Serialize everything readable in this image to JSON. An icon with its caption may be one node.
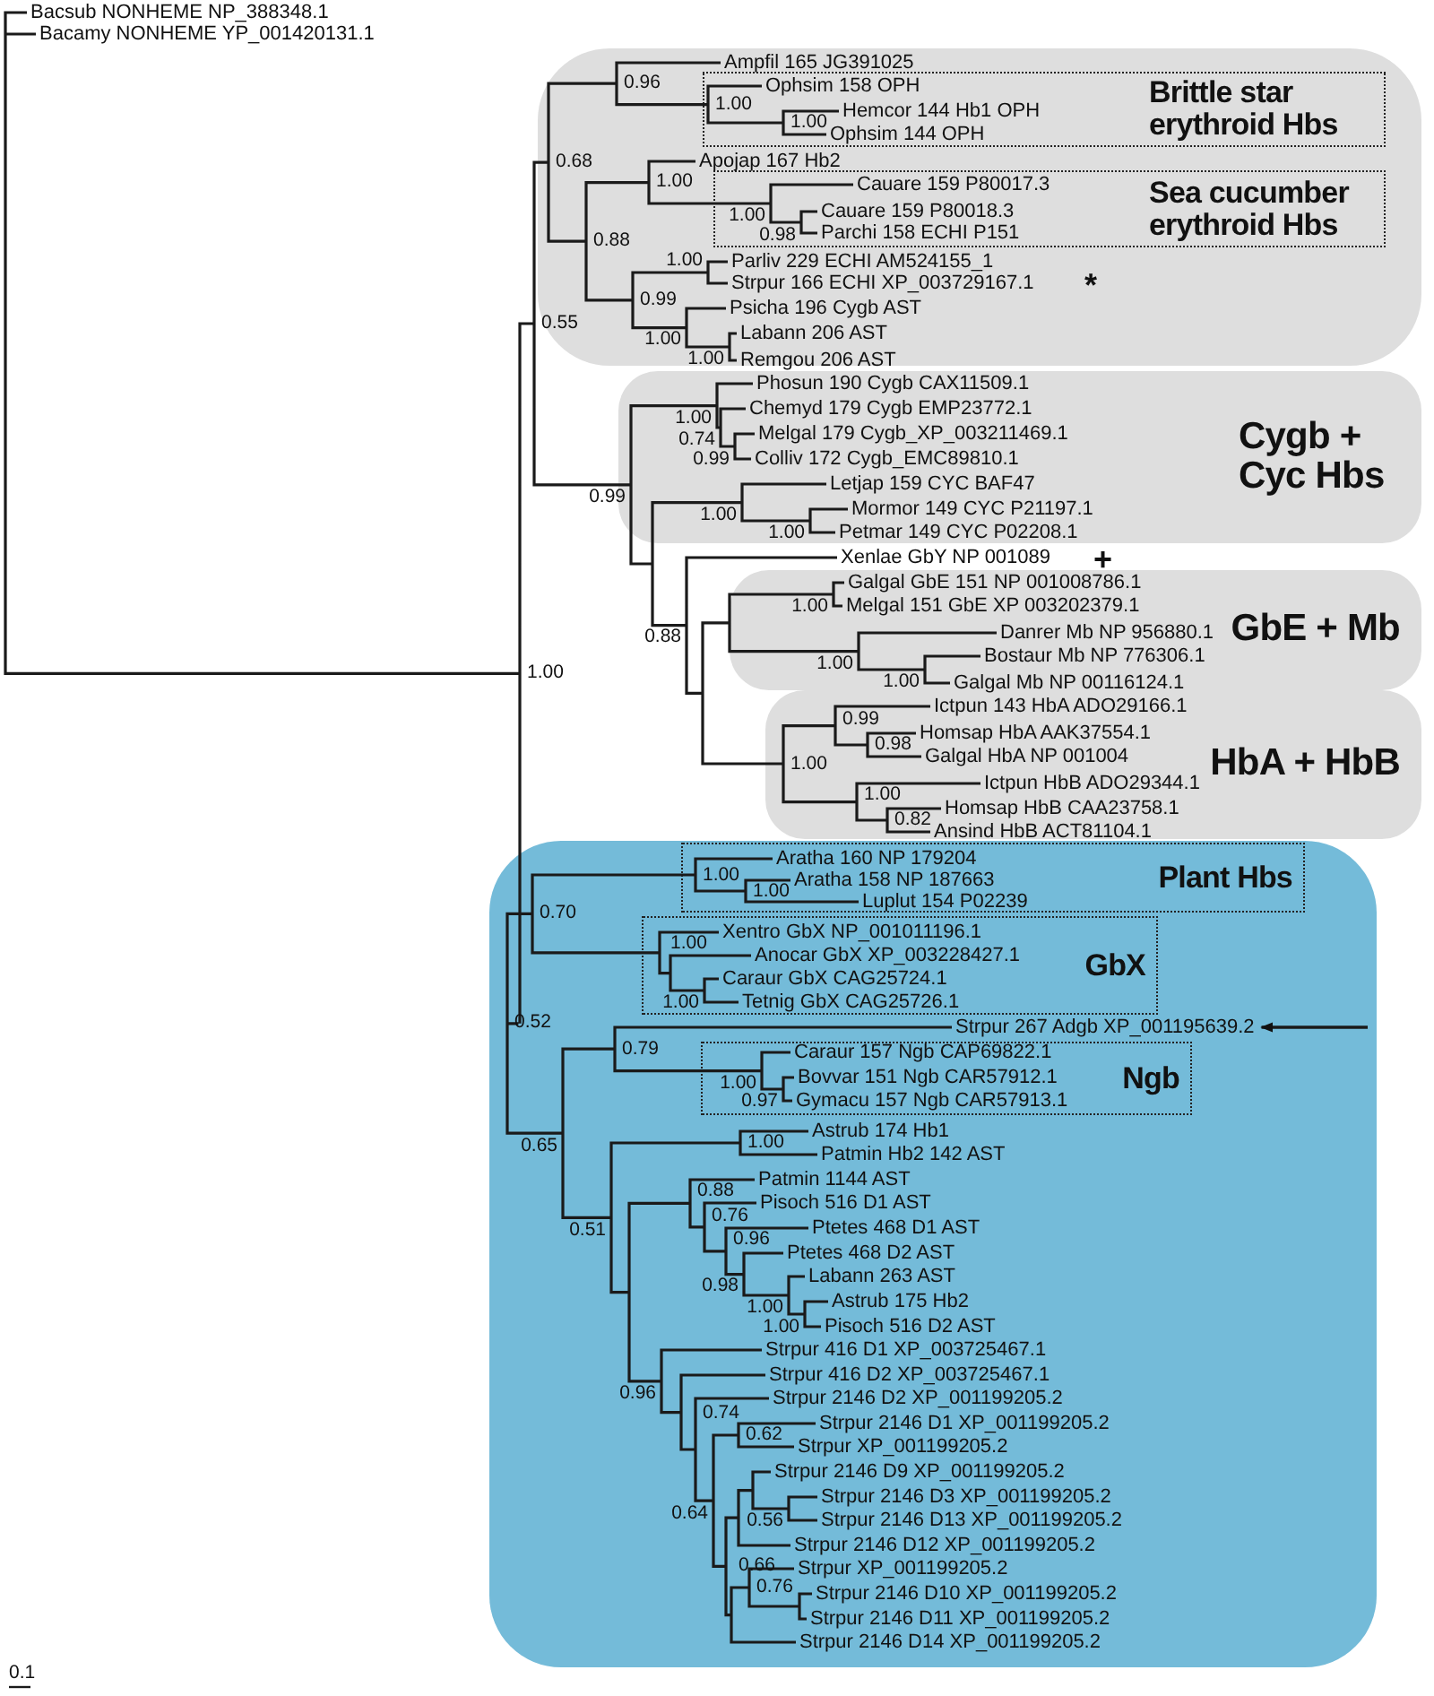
{
  "diagram": {
    "nodes": [
      {
        "text": [],
        "shape": "box"
      },
      {
        "text": [
          "Brittle star erythroid Hbs"
        ],
        "in": 0
      },
      {
        "text": [
          "Sea cucumber erythroid Hbs"
        ],
        "in": 0
      },
      {
        "text": [
          "Cygb + Cyc Hbs"
        ]
      },
      {
        "text": [
          "GbE + Mb"
        ]
      },
      {
        "text": [
          "HbA + HbB"
        ]
      },
      {
        "text": [],
        "shape": "box"
      },
      {
        "text": [
          "Plant Hbs"
        ],
        "in": 6
      },
      {
        "text": [
          "GbX"
        ],
        "in": 6
      },
      {
        "text": [
          "Strpur 267 Adgb XP_001195639.2"
        ],
        "in": 6
      },
      {
        "text": [
          "Ngb"
        ],
        "in": 6
      }
    ],
    "edges": [
      {
        "from": null,
        "to": 9,
        "arrow": "to"
      }
    ],
    "labels": [
      "Bacsub NONHEME NP_388348.1",
      "Bacamy NONHEME YP_001420131.1",
      "1.00",
      "0.55",
      "0.68",
      "0.96",
      "Ampfil 165 JG391025",
      "1.00",
      "Ophsim 158 OPH",
      "1.00",
      "Hemcor 144 Hb1 OPH",
      "Ophsim 144 OPH",
      "0.88",
      "1.00",
      "Apojap 167 Hb2",
      "1.00",
      "Cauare 159 P80017.3",
      "0.98",
      "Cauare 159 P80018.3",
      "Parchi 158 ECHI P151",
      "0.99",
      "1.00",
      "Parliv 229 ECHI AM524155_1",
      "Strpur 166 ECHI XP_003729167.1",
      "*",
      "1.00",
      "Psicha 196 Cygb AST",
      "1.00",
      "Labann 206 AST",
      "Remgou 206 AST",
      "0.99",
      "1.00",
      "Phosun 190 Cygb CAX11509.1",
      "0.74",
      "Chemyd 179 Cygb EMP23772.1",
      "0.99",
      "Melgal 179 Cygb_XP_003211469.1",
      "Colliv 172 Cygb_EMC89810.1",
      "1.00",
      "Letjap 159 CYC BAF47",
      "1.00",
      "Mormor 149 CYC P21197.1",
      "Petmar 149 CYC P02208.1",
      "0.88",
      "Xenlae GbY NP 001089",
      "+",
      "1.00",
      "Galgal GbE 151 NP 001008786.1",
      "Melgal 151 GbE XP 003202379.1",
      "1.00",
      "Danrer Mb NP 956880.1",
      "1.00",
      "Bostaur Mb NP 776306.1",
      "Galgal Mb NP 00116124.1",
      "1.00",
      "0.99",
      "Ictpun 143 HbA ADO29166.1",
      "0.98",
      "Homsap HbA AAK37554.1",
      "Galgal HbA NP 001004",
      "1.00",
      "Ictpun HbB ADO29344.1",
      "0.82",
      "Homsap HbB CAA23758.1",
      "Ansind HbB ACT81104.1",
      "0.52",
      "0.70",
      "1.00",
      "Aratha 160 NP 179204",
      "1.00",
      "Aratha 158 NP 187663",
      "Luplut 154 P02239",
      "1.00",
      "Xentro GbX NP_001011196.1",
      "Anocar GbX XP_003228427.1",
      "1.00",
      "Caraur GbX CAG25724.1",
      "Tetnig GbX CAG25726.1",
      "0.65",
      "0.79",
      "1.00",
      "Caraur 157 Ngb CAP69822.1",
      "0.97",
      "Bovvar 151 Ngb CAR57912.1",
      "Gymacu 157 Ngb CAR57913.1",
      "0.51",
      "1.00",
      "Astrub 174 Hb1",
      "Patmin Hb2 142 AST",
      "0.88",
      "Patmin 1144 AST",
      "0.76",
      "Pisoch 516 D1 AST",
      "0.96",
      "Ptetes 468 D1 AST",
      "0.98",
      "Ptetes 468 D2 AST",
      "1.00",
      "Labann 263 AST",
      "1.00",
      "Astrub 175 Hb2",
      "Pisoch 516 D2 AST",
      "0.96",
      "Strpur 416 D1 XP_003725467.1",
      "Strpur 416 D2 XP_003725467.1",
      "0.74",
      "Strpur 2146 D2 XP_001199205.2",
      "0.64",
      "0.62",
      "Strpur 2146 D1 XP_001199205.2",
      "Strpur XP_001199205.2",
      "0.66",
      "Strpur 2146 D9 XP_001199205.2",
      "0.56",
      "Strpur 2146 D3 XP_001199205.2",
      "Strpur 2146 D13 XP_001199205.2",
      "Strpur 2146 D12 XP_001199205.2",
      "0.76",
      "Strpur XP_001199205.2",
      "Strpur 2146 D10 XP_001199205.2",
      "Strpur 2146 D11 XP_001199205.2",
      "Strpur 2146 D14 XP_001199205.2",
      "0.1"
    ]
  }
}
